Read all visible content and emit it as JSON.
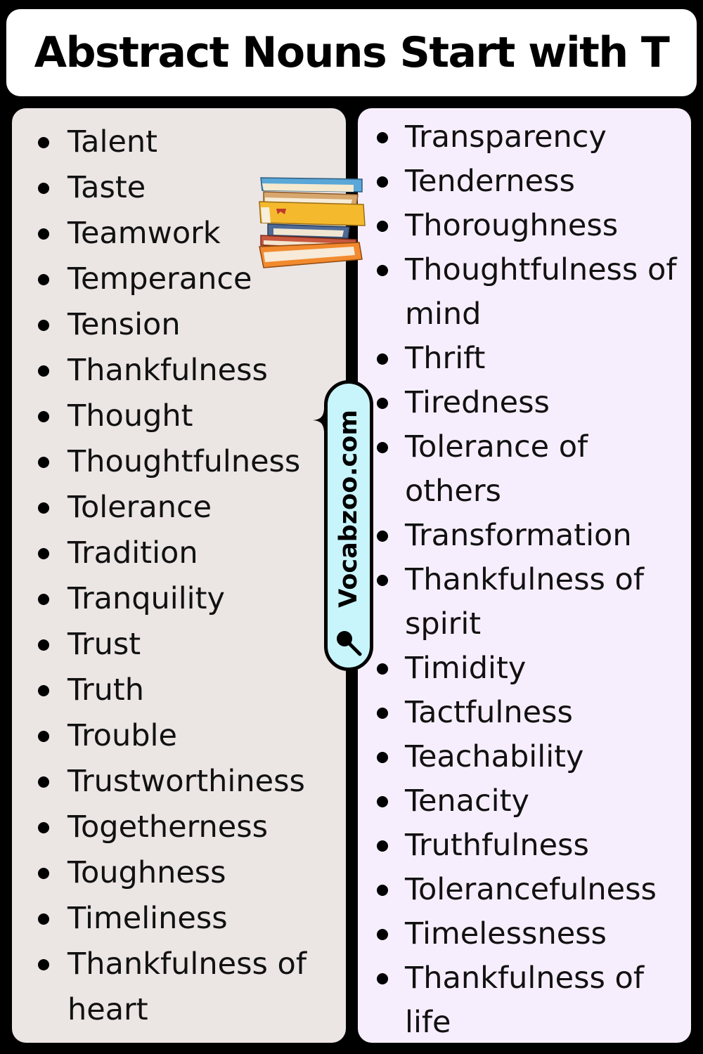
{
  "title": "Abstract Nouns Start with T",
  "site": "Vocabzoo.com",
  "colors": {
    "background": "#000000",
    "left_panel": "#ebe5e4",
    "right_panel": "#f7eefd",
    "site_pill": "#c8f5fb"
  },
  "icons": [
    "books-icon",
    "sparkle-icon",
    "magnifier-icon"
  ],
  "left_list": [
    "Talent",
    "Taste",
    "Teamwork",
    "Temperance",
    "Tension",
    "Thankfulness",
    "Thought",
    "Thoughtfulness",
    "Tolerance",
    "Tradition",
    "Tranquility",
    "Trust",
    "Truth",
    "Trouble",
    "Trustworthiness",
    "Togetherness",
    "Toughness",
    "Timeliness",
    "Thankfulness of heart"
  ],
  "right_list": [
    "Transparency",
    "Tenderness",
    "Thoroughness",
    "Thoughtfulness of mind",
    "Thrift",
    "Tiredness",
    "Tolerance of others",
    "Transformation",
    "Thankfulness of spirit",
    "Timidity",
    "Tactfulness",
    "Teachability",
    "Tenacity",
    "Truthfulness",
    "Tolerancefulness",
    "Timelessness",
    "Thankfulness of life"
  ]
}
